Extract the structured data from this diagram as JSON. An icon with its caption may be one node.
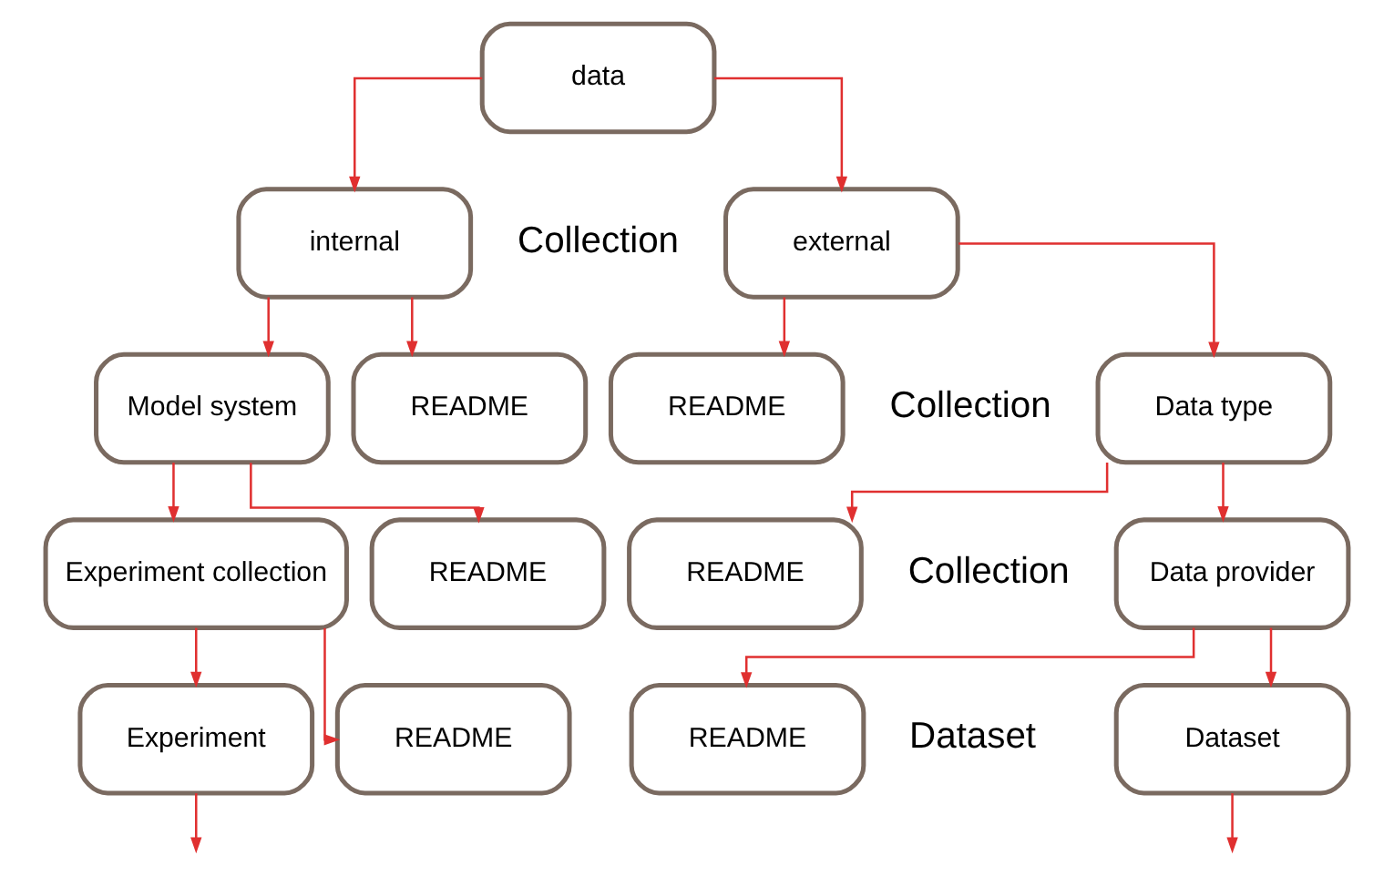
{
  "diagram": {
    "nodes": [
      {
        "text": [
          "data"
        ]
      },
      {
        "text": [
          "internal"
        ]
      },
      {
        "text": [
          "external"
        ]
      },
      {
        "text": [
          "Model system"
        ]
      },
      {
        "text": [
          "README"
        ]
      },
      {
        "text": [
          "Data type"
        ]
      },
      {
        "text": [
          "README"
        ]
      },
      {
        "text": [
          "Experiment collection"
        ]
      },
      {
        "text": [
          "README"
        ]
      },
      {
        "text": [
          "Data provider"
        ]
      },
      {
        "text": [
          "README"
        ]
      },
      {
        "text": [
          "Experiment"
        ]
      },
      {
        "text": [
          "README"
        ]
      },
      {
        "text": [
          "Dataset"
        ]
      },
      {
        "text": [
          "README"
        ]
      }
    ],
    "edges": [
      {
        "from": 0,
        "to": 1,
        "arrow": "to"
      },
      {
        "from": 0,
        "to": 2,
        "arrow": "to"
      },
      {
        "from": 1,
        "to": 3,
        "arrow": "to"
      },
      {
        "from": 1,
        "to": 4,
        "arrow": "to"
      },
      {
        "from": 2,
        "to": 5,
        "arrow": "to"
      },
      {
        "from": 2,
        "to": 6,
        "arrow": "to"
      },
      {
        "from": 3,
        "to": 7,
        "arrow": "to"
      },
      {
        "from": 3,
        "to": 8,
        "arrow": "to"
      },
      {
        "from": 5,
        "to": 9,
        "arrow": "to"
      },
      {
        "from": 5,
        "to": 10,
        "arrow": "to"
      },
      {
        "from": 7,
        "to": 11,
        "arrow": "to"
      },
      {
        "from": 7,
        "to": 12,
        "arrow": "to"
      },
      {
        "from": 9,
        "to": 13,
        "arrow": "to"
      },
      {
        "from": 9,
        "to": 14,
        "arrow": "to"
      },
      {
        "from": 11,
        "to": null,
        "arrow": "to"
      },
      {
        "from": 13,
        "to": null,
        "arrow": "to"
      }
    ],
    "labels": [
      "Collection",
      "Collection",
      "Collection",
      "Dataset"
    ]
  }
}
